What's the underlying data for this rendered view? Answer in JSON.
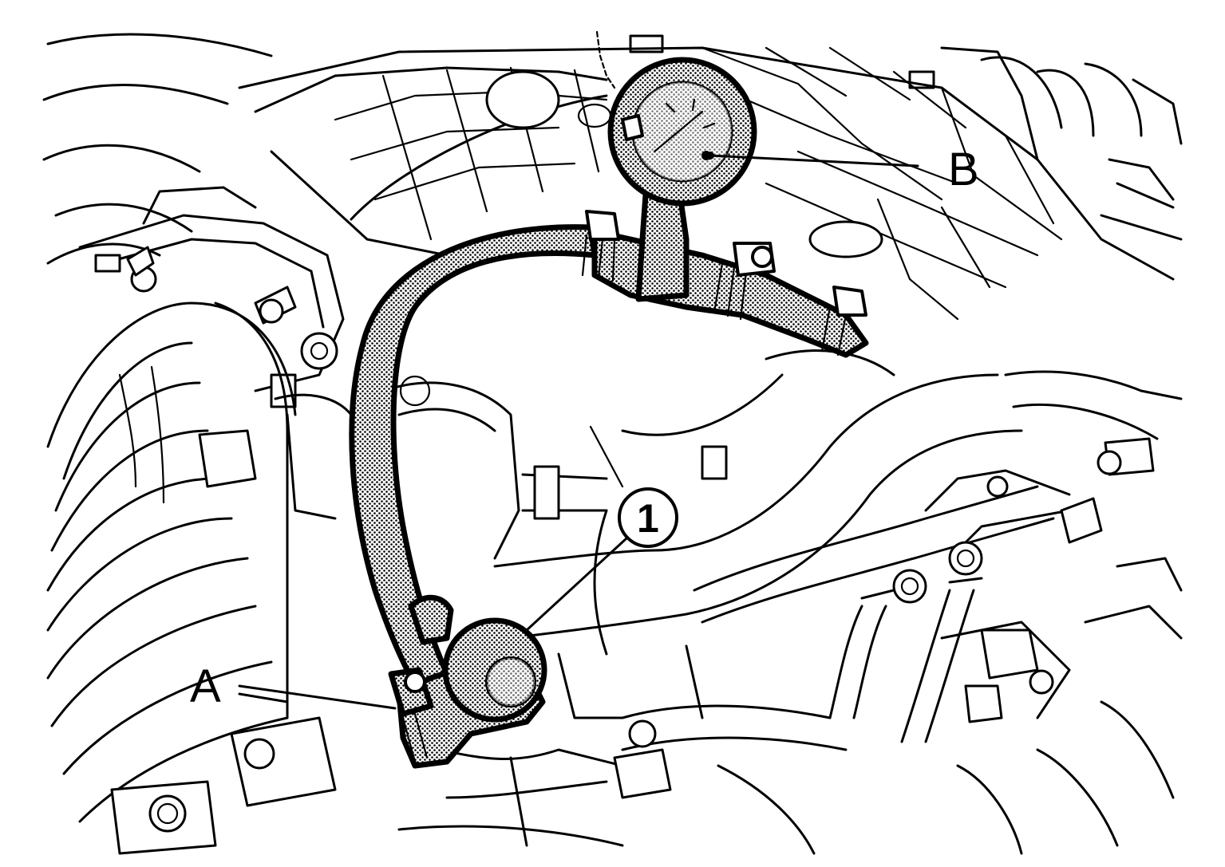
{
  "figure": {
    "labels": {
      "a": "A",
      "b": "B",
      "callout_1": "1"
    },
    "parts": {
      "pressure_gauge": "gauge-icon",
      "hose_assembly": "hose-icon",
      "fuel_damper": "damper-icon",
      "intake_manifold": "manifold-icon"
    },
    "colors": {
      "ink": "#000000",
      "paper": "#ffffff"
    }
  }
}
